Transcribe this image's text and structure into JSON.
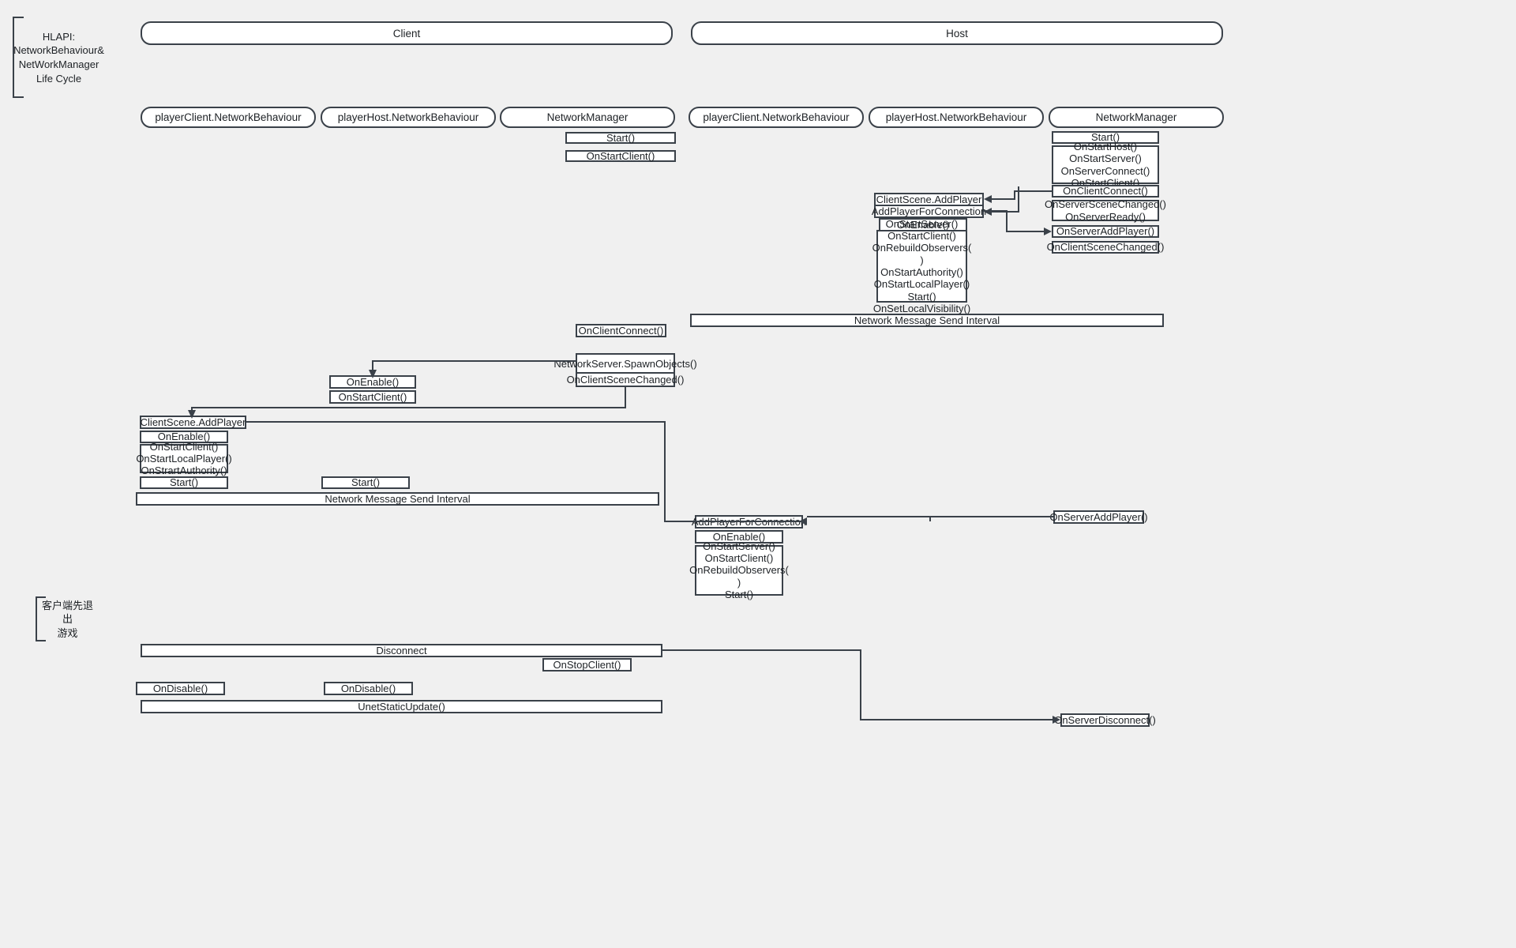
{
  "diagram": {
    "title_brace": "HLAPI:\nNetworkBehaviour&\nNetWorkManager\nLife Cycle",
    "bottom_brace": "客户端先退出\n游戏",
    "colors": {
      "background": "#f0f0f0",
      "stroke": "#3a4149",
      "fill": "#ffffff",
      "text": "#1d2125"
    }
  },
  "lanes": {
    "client": "Client",
    "host": "Host"
  },
  "columns": {
    "client_player_client": "playerClient.NetworkBehaviour",
    "client_player_host": "playerHost.NetworkBehaviour",
    "client_network_manager": "NetworkManager",
    "host_player_client": "playerClient.NetworkBehaviour",
    "host_player_host": "playerHost.NetworkBehaviour",
    "host_network_manager": "NetworkManager"
  },
  "client_nm": {
    "start": "Start()",
    "on_start_client": "OnStartClient()",
    "on_client_connect": "OnClientConnect()",
    "spawn_objects": "NetworkServer.SpawnObjects()",
    "on_client_scene_changed": "OnClientSceneChanged()"
  },
  "host_nm": {
    "start": "Start()",
    "host_group": "OnStartHost()\nOnStartServer()\nOnServerConnect()\nOnStartClient()",
    "on_client_connect": "OnClientConnect()",
    "scene_ready_group": "OnServerSceneChanged()\nOnServerReady()",
    "on_server_add_player": "OnServerAddPlayer()",
    "on_client_scene_changed": "OnClientSceneChanged()",
    "on_server_add_player_2": "OnServerAddPlayer()",
    "on_server_disconnect": "OnServerDisconnect()"
  },
  "host_player_host": {
    "client_scene_add_player": "ClientScene.AddPlayer",
    "add_player_for_connection": "AddPlayerForConnection",
    "on_enable": "OnEnable()",
    "lifecycle_group": "OnStartServer()\nOnStartClient()\nOnRebuildObservers(\n)\nOnStartAuthority()\nOnStartLocalPlayer()\nStart()\nOnSetLocalVisibility()",
    "network_message_send_interval": "Network Message Send Interval"
  },
  "client_player_host": {
    "on_enable": "OnEnable()",
    "on_start_client": "OnStartClient()",
    "start": "Start()",
    "on_disable": "OnDisable()"
  },
  "client_player_client": {
    "client_scene_add_player": "ClientScene.AddPlayer",
    "on_enable": "OnEnable()",
    "lifecycle_group": "OnStartClient()\nOnStartLocalPlayer()\nOnStrartAuthority()",
    "start": "Start()",
    "network_message_send_interval": "Network Message Send Interval",
    "on_disable": "OnDisable()",
    "unet_static_update": "UnetStaticUpdate()",
    "disconnect": "Disconnect"
  },
  "host_player_client": {
    "add_player_for_connection": "AddPlayerForConnection",
    "on_enable": "OnEnable()",
    "lifecycle_group": "OnStartServer()\nOnStartClient()\nOnRebuildObservers(\n)\nStart()"
  },
  "client_stop": {
    "on_stop_client": "OnStopClient()"
  }
}
